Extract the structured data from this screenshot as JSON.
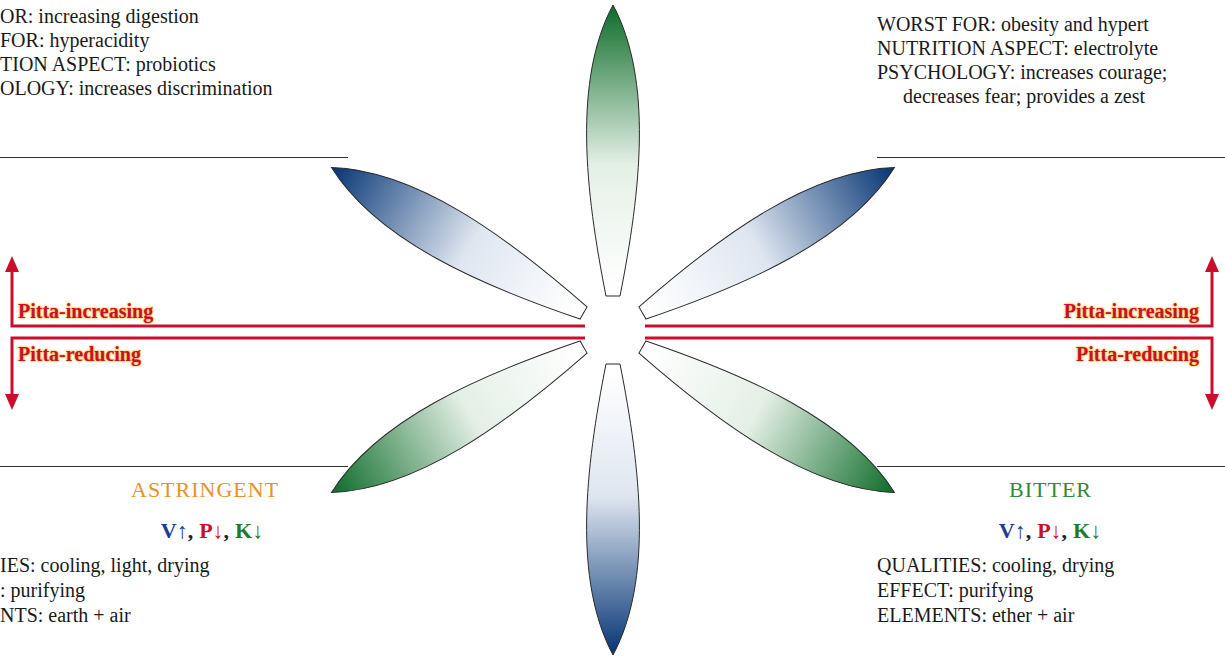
{
  "diagram": {
    "labels": [
      "OR: increasing digestion",
      "FOR: hyperacidity",
      "TION ASPECT: probiotics",
      "OLOGY: increases discrimination",
      "WORST FOR: obesity and hypert",
      "NUTRITION ASPECT: electrolyte",
      "PSYCHOLOGY: increases courage;",
      "decreases fear; provides a zest",
      "Pitta-increasing",
      "Pitta-reducing",
      "Pitta-increasing",
      "Pitta-reducing",
      "ASTRINGENT",
      "V↑",
      ",",
      "P↓",
      ",",
      "K↓",
      "IES: cooling, light, drying",
      ": purifying",
      "NTS: earth + air",
      "BITTER",
      "V↑",
      ",",
      "P↓",
      ",",
      "K↓",
      "QUALITIES: cooling, drying",
      "EFFECT: purifying",
      "ELEMENTS: ether + air"
    ]
  }
}
